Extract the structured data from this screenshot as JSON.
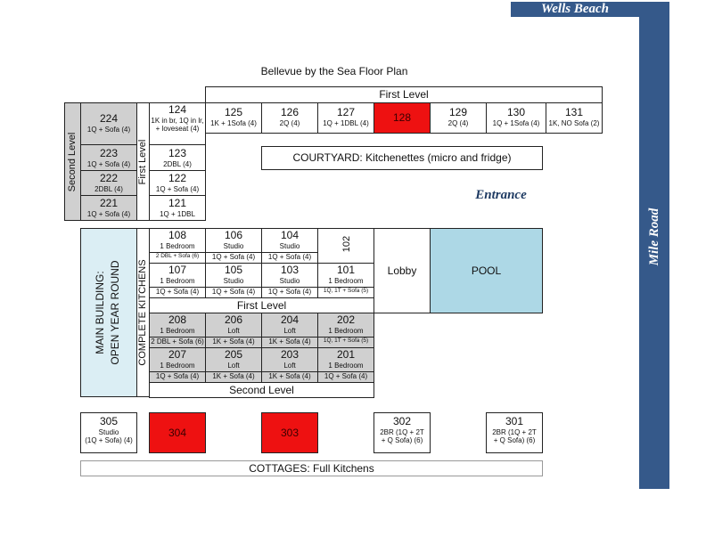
{
  "title": "Bellevue by the Sea Floor Plan",
  "wells_beach": "Wells Beach",
  "mile_road": "Mile Road",
  "entrance": "Entrance",
  "courtyard": "COURTYARD: Kitchenettes (micro and fridge)",
  "lobby": "Lobby",
  "pool": "POOL",
  "main_building": "MAIN BUILDING:",
  "open_year_round": "OPEN YEAR ROUND",
  "complete_kitchens": "COMPLETE KITCHENS",
  "cottages": "COTTAGES: Full Kitchens",
  "left_wing": {
    "second_level_label": "Second Level",
    "first_level_label": "First Level",
    "second": [
      {
        "num": "224",
        "desc": "1Q + Sofa (4)"
      },
      {
        "num": "223",
        "desc": "1Q + Sofa (4)"
      },
      {
        "num": "222",
        "desc": "2DBL (4)"
      },
      {
        "num": "221",
        "desc": "1Q + Sofa (4)"
      }
    ],
    "first": [
      {
        "num": "124",
        "desc": "1K in br, 1Q in lr, + loveseat (4)"
      },
      {
        "num": "123",
        "desc": "2DBL (4)"
      },
      {
        "num": "122",
        "desc": "1Q + Sofa (4)"
      },
      {
        "num": "121",
        "desc": "1Q + 1DBL"
      }
    ]
  },
  "top_row": {
    "label": "First Level",
    "rooms": [
      {
        "num": "125",
        "desc": "1K + 1Sofa (4)"
      },
      {
        "num": "126",
        "desc": "2Q (4)"
      },
      {
        "num": "127",
        "desc": "1Q + 1DBL (4)"
      },
      {
        "num": "128",
        "desc": ""
      },
      {
        "num": "129",
        "desc": "2Q (4)"
      },
      {
        "num": "130",
        "desc": "1Q + 1Sofa (4)"
      },
      {
        "num": "131",
        "desc": "1K, NO Sofa (2)"
      }
    ]
  },
  "main_first": {
    "label": "First Level",
    "rooms": [
      {
        "num": "108",
        "type": "1 Bedroom",
        "desc": "2 DBL + Sofa (6)"
      },
      {
        "num": "106",
        "type": "Studio",
        "desc": "1Q + Sofa (4)"
      },
      {
        "num": "104",
        "type": "Studio",
        "desc": "1Q + Sofa (4)"
      },
      {
        "num": "102",
        "type": "",
        "desc": ""
      },
      {
        "num": "107",
        "type": "1 Bedroom",
        "desc": "1Q + Sofa (4)"
      },
      {
        "num": "105",
        "type": "Studio",
        "desc": "1Q + Sofa (4)"
      },
      {
        "num": "103",
        "type": "Studio",
        "desc": "1Q + Sofa (4)"
      },
      {
        "num": "101",
        "type": "1 Bedroom",
        "desc": "1Q, 1T + Sofa (5)"
      }
    ]
  },
  "main_second": {
    "label": "Second Level",
    "rooms": [
      {
        "num": "208",
        "type": "1 Bedroom",
        "desc": "2 DBL + Sofa (6)"
      },
      {
        "num": "206",
        "type": "Loft",
        "desc": "1K + Sofa (4)"
      },
      {
        "num": "204",
        "type": "Loft",
        "desc": "1K + Sofa (4)"
      },
      {
        "num": "202",
        "type": "1 Bedroom",
        "desc": "1Q, 1T + Sofa (5)"
      },
      {
        "num": "207",
        "type": "1 Bedroom",
        "desc": "1Q + Sofa (4)"
      },
      {
        "num": "205",
        "type": "Loft",
        "desc": "1K + Sofa (4)"
      },
      {
        "num": "203",
        "type": "Loft",
        "desc": "1K + Sofa (4)"
      },
      {
        "num": "201",
        "type": "1 Bedroom",
        "desc": "1Q + Sofa (4)"
      }
    ]
  },
  "cottage_units": [
    {
      "num": "305",
      "type": "Studio",
      "desc": "(1Q + Sofa) (4)"
    },
    {
      "num": "304",
      "type": "",
      "desc": ""
    },
    {
      "num": "303",
      "type": "",
      "desc": ""
    },
    {
      "num": "302",
      "type": "",
      "desc": "2BR (1Q + 2T + Q Sofa) (6)"
    },
    {
      "num": "301",
      "type": "",
      "desc": "2BR (1Q + 2T + Q Sofa) (6)"
    }
  ],
  "colors": {
    "unavailable": "#ee1111",
    "second_level": "#d0d0d0",
    "pool": "#add8e6",
    "main_building": "#dbeef4",
    "beach": "#35598a",
    "entrance": "#1f3b63"
  }
}
